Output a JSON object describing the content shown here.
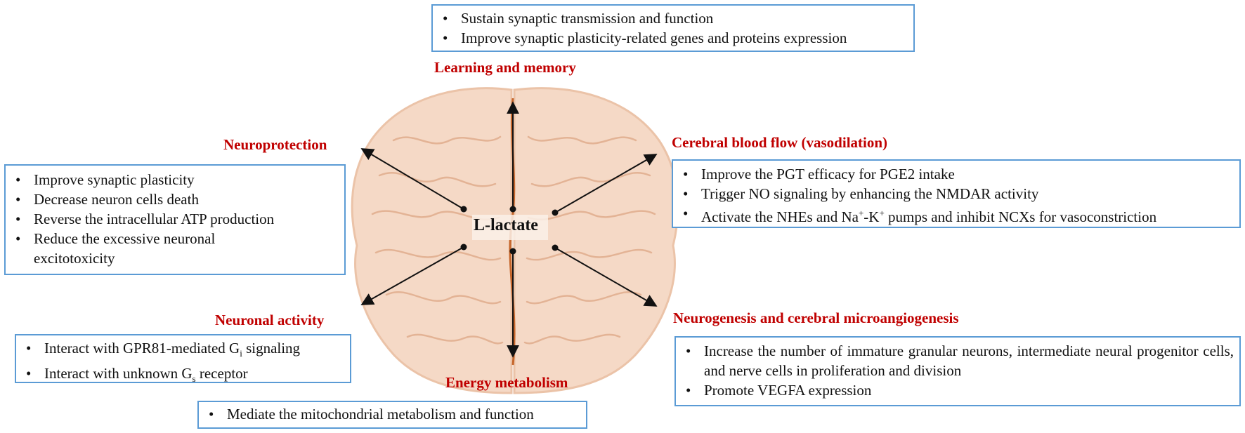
{
  "center": {
    "label": "L-lactate"
  },
  "learning": {
    "title": "Learning and memory",
    "items": [
      "Sustain synaptic transmission and function",
      "Improve synaptic plasticity-related genes and proteins expression"
    ]
  },
  "neuroprotection": {
    "title": "Neuroprotection",
    "items": [
      "Improve synaptic plasticity",
      "Decrease neuron cells death",
      "Reverse the intracellular ATP production",
      "Reduce the excessive neuronal excitotoxicity"
    ]
  },
  "blood_flow": {
    "title": "Cerebral blood flow (vasodilation)",
    "items": [
      "Improve the PGT efficacy for PGE2 intake",
      "Trigger NO signaling by enhancing the NMDAR activity"
    ],
    "item3": {
      "a": "Activate the NHEs and Na",
      "sup1": "+",
      "b": "-K",
      "sup2": "+",
      "c": " pumps and inhibit NCXs for vasoconstriction"
    }
  },
  "neuronal_activity": {
    "title": "Neuronal activity",
    "item1": {
      "a": "Interact with GPR81-mediated G",
      "sub": "i",
      "b": " signaling"
    },
    "item2": {
      "a": "Interact with unknown G",
      "sub": "s",
      "b": " receptor"
    }
  },
  "neurogenesis": {
    "title": "Neurogenesis and cerebral microangiogenesis",
    "items": [
      "Increase the number of immature granular neurons, intermediate neural progenitor cells, and nerve cells in proliferation and division",
      "Promote VEGFA expression"
    ]
  },
  "energy": {
    "title": "Energy metabolism",
    "items": [
      "Mediate the mitochondrial metabolism and function"
    ]
  }
}
